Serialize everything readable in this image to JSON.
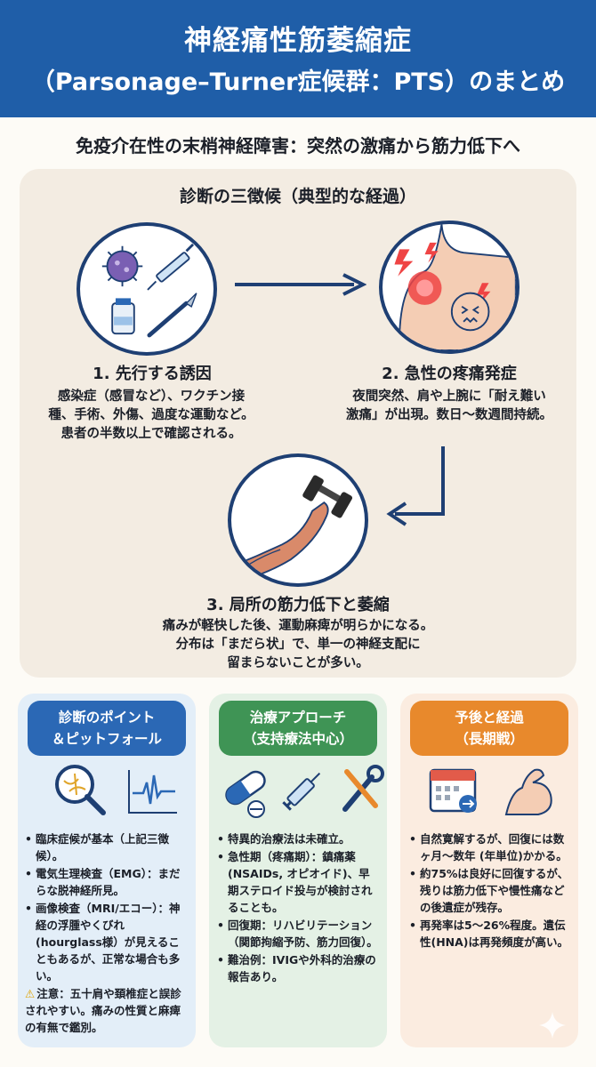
{
  "header": {
    "title_line1": "神経痛性筋萎縮症",
    "title_line2": "（Parsonage–Turner症候群：PTS）のまとめ"
  },
  "subtitle": "免疫介在性の末梢神経障害：突然の激痛から筋力低下へ",
  "triad": {
    "title": "診断の三徴候（典型的な経過）",
    "steps": [
      {
        "title": "1. 先行する誘因",
        "lines": [
          "感染症（感冒など）、ワクチン接",
          "種、手術、外傷、過度な運動など。",
          "患者の半数以上で確認される。"
        ]
      },
      {
        "title": "2. 急性の疼痛発症",
        "lines": [
          "夜間突然、肩や上腕に「耐え難い",
          "激痛」が出現。数日〜数週間持続。"
        ]
      },
      {
        "title": "3. 局所の筋力低下と萎縮",
        "lines": [
          "痛みが軽快した後、運動麻痺が明らかになる。",
          "分布は「まだら状」で、単一の神経支配に",
          "留まらないことが多い。"
        ]
      }
    ]
  },
  "boxes": [
    {
      "title_line1": "診断のポイント",
      "title_line2": "＆ピットフォール",
      "bullets": [
        "臨床症候が基本（上記三徴候）。",
        "電気生理検査（EMG）：まだらな脱神経所見。",
        "画像検査（MRI/エコー）：神経の浮腫やくびれ(hourglass様）が見えることもあるが、正常な場合も多い。"
      ],
      "warning": "注意：五十肩や頚椎症と誤診されやすい。痛みの性質と麻痺の有無で鑑別。",
      "warning_icon": "⚠"
    },
    {
      "title_line1": "治療アプローチ",
      "title_line2": "（支持療法中心）",
      "bullets": [
        "特異的治療法は未確立。",
        "急性期（疼痛期）：鎮痛薬(NSAIDs, オピオイド)、早期ステロイド投与が検討されることも。",
        "回復期：リハビリテーション（関節拘縮予防、筋力回復）。",
        "難治例：IVIGや外科的治療の報告あり。"
      ]
    },
    {
      "title_line1": "予後と経過",
      "title_line2": "（長期戦）",
      "bullets": [
        "自然寛解するが、回復には数ヶ月〜数年 (年単位)かかる。",
        "約75%は良好に回復するが、残りは筋力低下や慢性痛などの後遺症が残存。",
        "再発率は5〜26%程度。遺伝性(HNA)は再発頻度が高い。"
      ]
    }
  ],
  "colors": {
    "header_bg": "#1f5ea8",
    "triad_bg": "#f3ece2",
    "box1_bg": "#e3eef8",
    "box2_bg": "#e4f1e5",
    "box3_bg": "#fbece0",
    "pill1": "#2b68b5",
    "pill2": "#3f9455",
    "pill3": "#e8892c",
    "outline": "#1e3f73"
  },
  "icons": {
    "step1": [
      "virus-icon",
      "syringe-icon",
      "vial-icon",
      "scalpel-icon"
    ],
    "step2": [
      "shoulder-pain-icon",
      "lightning-icon",
      "distressed-face-icon"
    ],
    "step3": [
      "arm-dumbbell-icon"
    ],
    "box1": [
      "magnifier-nerve-icon",
      "emg-waveform-icon"
    ],
    "box2": [
      "capsule-icon",
      "pill-tablet-icon",
      "syringe-icon",
      "wrench-screwdriver-icon"
    ],
    "box3": [
      "calendar-icon",
      "flexed-arm-icon"
    ]
  }
}
